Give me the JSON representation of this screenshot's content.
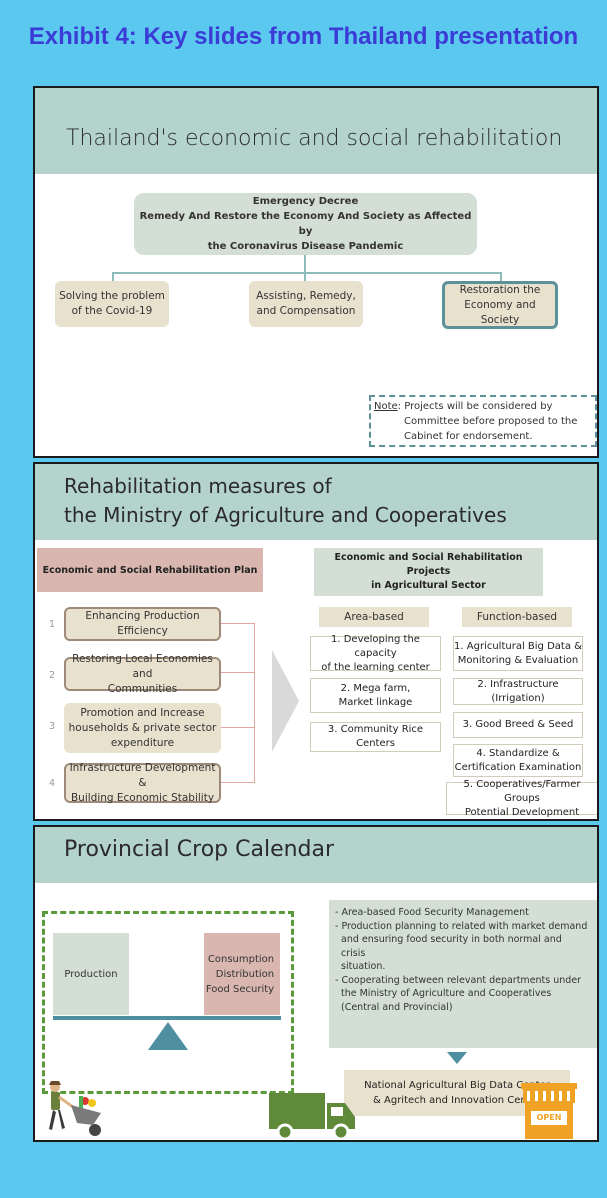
{
  "exhibit_title": "Exhibit 4: Key slides from Thailand presentation",
  "slide1": {
    "title": "Thailand's economic and social rehabilitation",
    "decree": [
      "Emergency Decree",
      "Remedy And Restore the Economy And Society as Affected by",
      "the Coronavirus Disease Pandemic"
    ],
    "pillars": [
      [
        "Solving the problem",
        "of the Covid-19"
      ],
      [
        "Assisting, Remedy,",
        "and Compensation"
      ],
      [
        "Restoration the",
        "Economy and Society"
      ]
    ],
    "note_label": "Note",
    "note_text_first": ": Projects will be considered by",
    "note_text_rest": [
      "Committee before proposed to the",
      "Cabinet for endorsement."
    ]
  },
  "slide2": {
    "title_lines": [
      "Rehabilitation measures of",
      "the Ministry of Agriculture and Cooperatives"
    ],
    "plan_title": "Economic and Social Rehabilitation Plan",
    "plan_items": [
      {
        "num": "1",
        "lines": [
          "Enhancing Production",
          "Efficiency"
        ]
      },
      {
        "num": "2",
        "lines": [
          "Restoring Local Economies and",
          "Communities"
        ]
      },
      {
        "num": "3",
        "lines": [
          "Promotion and Increase",
          "households & private sector",
          "expenditure"
        ]
      },
      {
        "num": "4",
        "lines": [
          "Infrastructure Development &",
          "Building Economic Stability"
        ]
      }
    ],
    "projects_title": [
      "Economic and Social Rehabilitation Projects",
      "in Agricultural Sector"
    ],
    "area_head": "Area-based",
    "function_head": "Function-based",
    "area_items": [
      [
        "1. Developing the capacity",
        "of the learning center"
      ],
      [
        "2. Mega farm,",
        "Market linkage"
      ],
      [
        "3. Community Rice Centers"
      ]
    ],
    "function_items": [
      [
        "1. Agricultural Big Data &",
        "Monitoring & Evaluation"
      ],
      [
        "2. Infrastructure (Irrigation)"
      ],
      [
        "3. Good Breed & Seed"
      ],
      [
        "4. Standardize &",
        "Certification Examination"
      ],
      [
        "5. Cooperatives/Farmer Groups",
        "Potential Development"
      ]
    ]
  },
  "slide3": {
    "title": "Provincial Crop Calendar",
    "production": "Production",
    "consumption": [
      "Consumption",
      "Distribution",
      "Food Security"
    ],
    "bullets": [
      "- Area-based Food Security Management",
      "- Production planning to related with market demand",
      "  and ensuring food security in both normal and crisis",
      "  situation.",
      "- Cooperating between relevant departments under",
      "  the Ministry of Agriculture and Cooperatives",
      "  (Central and Provincial)"
    ],
    "center": [
      "National Agricultural Big Data Center",
      "& Agritech and Innovation Center"
    ],
    "shop_sign": "OPEN"
  },
  "colors": {
    "background": "#5bc8ef",
    "exhibit_title": "#3b3bd6",
    "header_band": "#b3d3cc",
    "beige": "#e8e1cd",
    "pink": "#d9b7b0",
    "teal": "#4e8fa0",
    "truck_green": "#5e8a3a",
    "shop_orange": "#f0a224"
  }
}
